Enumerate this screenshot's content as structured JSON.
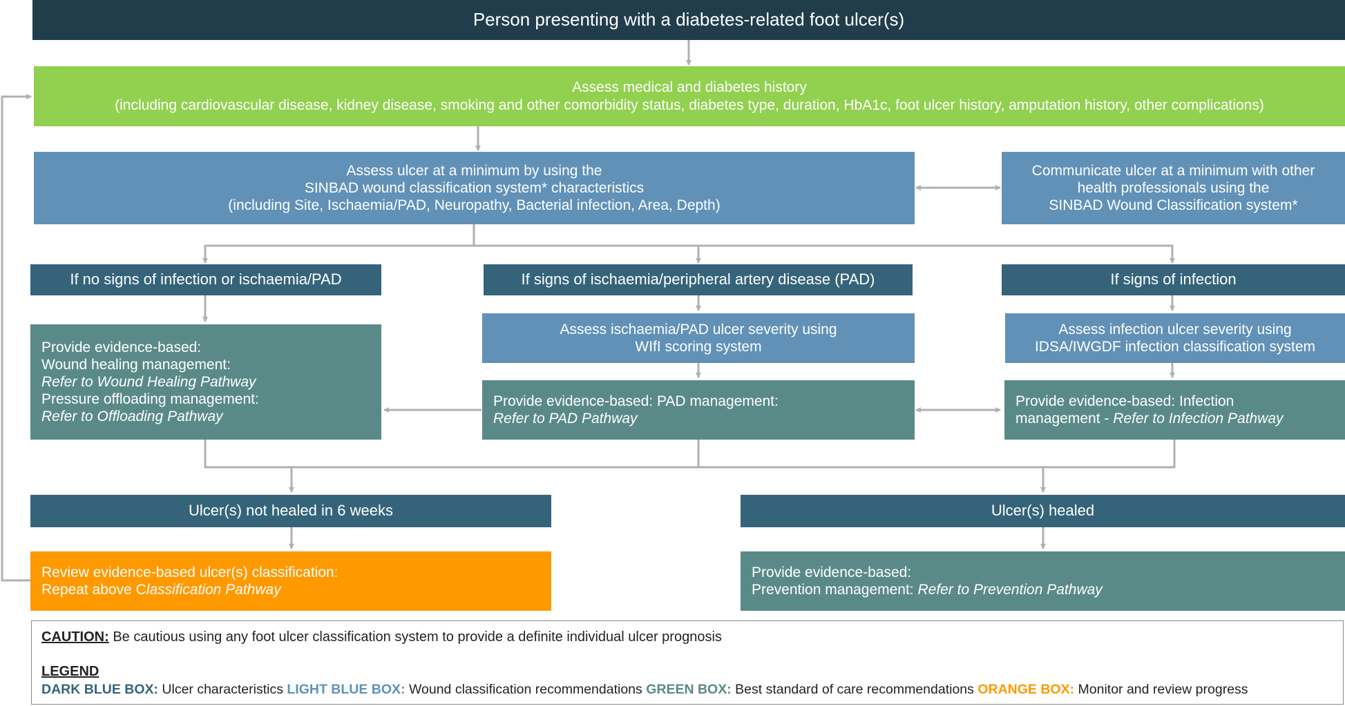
{
  "boxes": {
    "top": "Person presenting with a diabetes-related foot ulcer(s)",
    "history": {
      "line1": "Assess medical and diabetes history",
      "line2": "(including cardiovascular disease, kidney disease, smoking and other comorbidity status, diabetes type, duration, HbA1c, foot ulcer history, amputation history, other complications)"
    },
    "assess_ulcer": {
      "line1": "Assess ulcer at a minimum by using the",
      "line2": "SINBAD wound classification system* characteristics",
      "line3": "(including Site, Ischaemia/PAD, Neuropathy, Bacterial infection, Area, Depth)"
    },
    "communicate": {
      "line1": "Communicate ulcer at a minimum with other",
      "line2": "health professionals using the",
      "line3": "SINBAD Wound Classification system*"
    },
    "no_signs": "If no signs of infection or ischaemia/PAD",
    "signs_pad": "If signs of ischaemia/peripheral artery disease (PAD)",
    "signs_infection": "If signs of infection",
    "provide_wound": {
      "line1": "Provide evidence-based:",
      "line2": "Wound healing management:",
      "line3": "Refer to Wound Healing Pathway",
      "line4": "Pressure offloading management:",
      "line5": "Refer to Offloading Pathway"
    },
    "assess_pad": {
      "line1": "Assess ischaemia/PAD ulcer severity using",
      "line2": "WIfI scoring system"
    },
    "assess_infection": {
      "line1": "Assess infection ulcer severity using",
      "line2": "IDSA/IWGDF infection classification system"
    },
    "provide_pad": {
      "line1": "Provide evidence-based: PAD management:",
      "line2": "Refer to PAD Pathway"
    },
    "provide_infection": {
      "line1": "Provide evidence-based: Infection",
      "line2_prefix": "management - ",
      "line2_italic": "Refer to Infection Pathway"
    },
    "not_healed": "Ulcer(s) not healed in 6 weeks",
    "healed": "Ulcer(s) healed",
    "review": {
      "line1": "Review evidence-based ulcer(s) classification:",
      "line2_prefix": "Repeat above C",
      "line2_italic": "lassification Pathway"
    },
    "prevention": {
      "line1": "Provide evidence-based:",
      "line2_prefix": "Prevention management:  ",
      "line2_italic": "Refer to Prevention Pathway"
    }
  },
  "legend": {
    "caution_label": "CAUTION:",
    "caution_text": " Be cautious using any foot ulcer classification system to provide a definite individual ulcer prognosis",
    "legend_label": "LEGEND",
    "items": [
      {
        "key": "DARK BLUE BOX:",
        "desc": " Ulcer characteristics ",
        "color": "#35647a"
      },
      {
        "key": "LIGHT BLUE BOX:",
        "desc": " Wound classification recommendations",
        "color": "#6191b7"
      },
      {
        "key": "GREEN BOX:",
        "desc": " Best standard of care recommendations",
        "color": "#5a8a88"
      },
      {
        "key": "ORANGE BOX:",
        "desc": " Monitor and review progress",
        "color": "#ff9900"
      }
    ]
  },
  "colors": {
    "top": "#213d4c",
    "dark_blue": "#35647a",
    "light_blue": "#6191b7",
    "green_teal": "#5a8a88",
    "lime": "#92d050",
    "orange": "#ff9900",
    "connector": "#b0b0b0"
  }
}
